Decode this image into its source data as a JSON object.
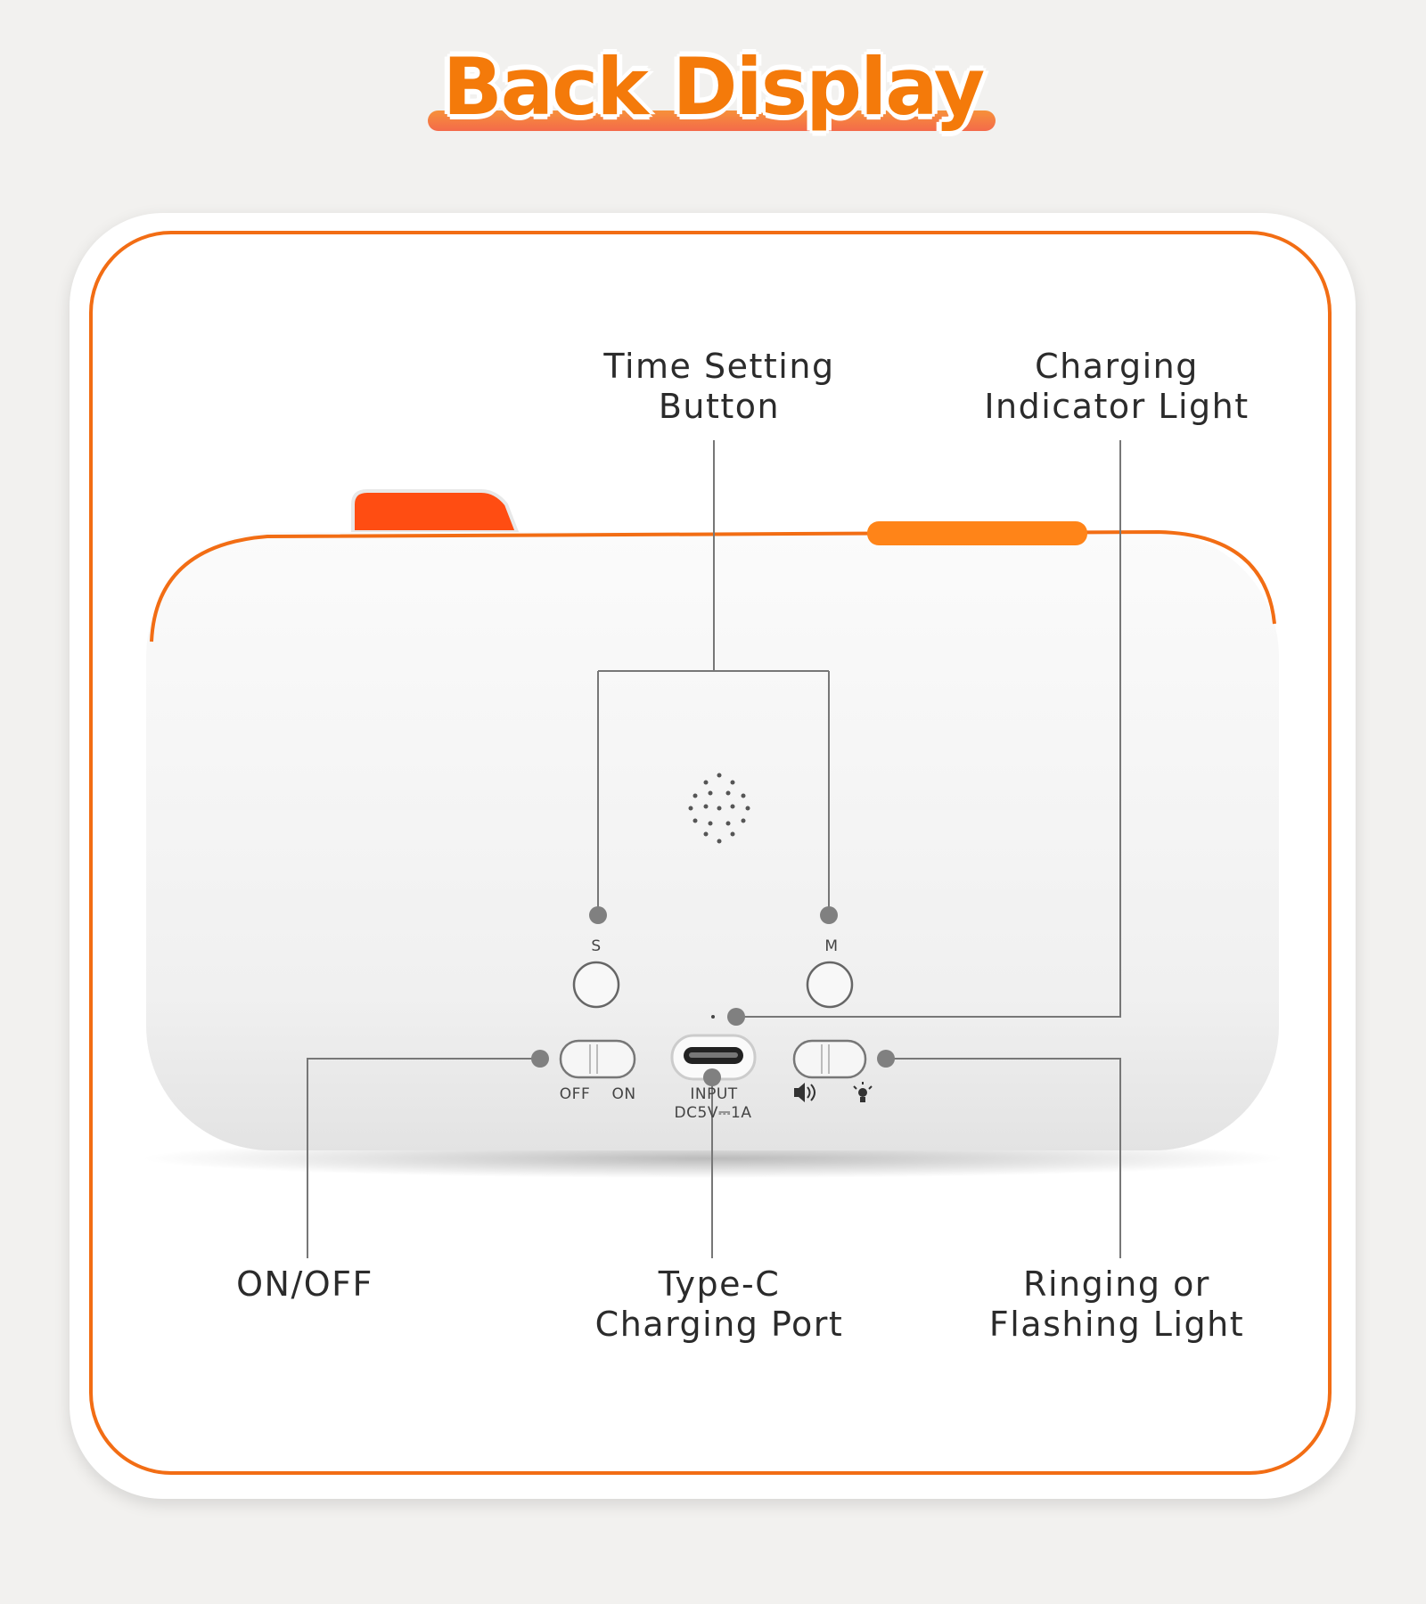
{
  "title": "Back Display",
  "colors": {
    "accent": "#f26d14",
    "title": "#f47a0a",
    "background": "#f2f1ef",
    "device": "#f4f4f4",
    "leader_line": "#777777"
  },
  "callouts": {
    "time_setting": [
      "Time Setting",
      "Button"
    ],
    "charging_indicator": [
      "Charging",
      "Indicator Light"
    ],
    "on_off": [
      "ON/OFF"
    ],
    "type_c": [
      "Type-C",
      "Charging Port"
    ],
    "ringing": [
      "Ringing or",
      "Flashing Light"
    ]
  },
  "device": {
    "button_s": "S",
    "button_m": "M",
    "switch_off": "OFF",
    "switch_on": "ON",
    "port_line1": "INPUT",
    "port_line2": "DC5V⎓1A",
    "icons": [
      "speaker-icon",
      "bulb-icon"
    ]
  }
}
